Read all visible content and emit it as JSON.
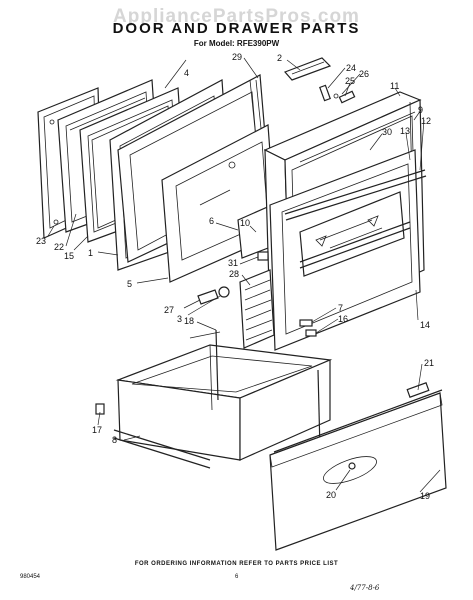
{
  "watermark": "AppliancePartsPros.com",
  "title": "DOOR AND DRAWER PARTS",
  "model_line": "For Model: RFE390PW",
  "footer_note": "FOR ORDERING INFORMATION REFER TO PARTS PRICE LIST",
  "doc_id": "980454",
  "page_number": "6",
  "handwritten_note": "4/77-8-6",
  "callouts": [
    "2",
    "24",
    "26",
    "25",
    "11",
    "29",
    "4",
    "9",
    "12",
    "30",
    "13",
    "1",
    "6",
    "23",
    "22",
    "15",
    "10",
    "31",
    "28",
    "5",
    "27",
    "3",
    "18",
    "7",
    "16",
    "14",
    "21",
    "17",
    "8",
    "20",
    "19"
  ]
}
